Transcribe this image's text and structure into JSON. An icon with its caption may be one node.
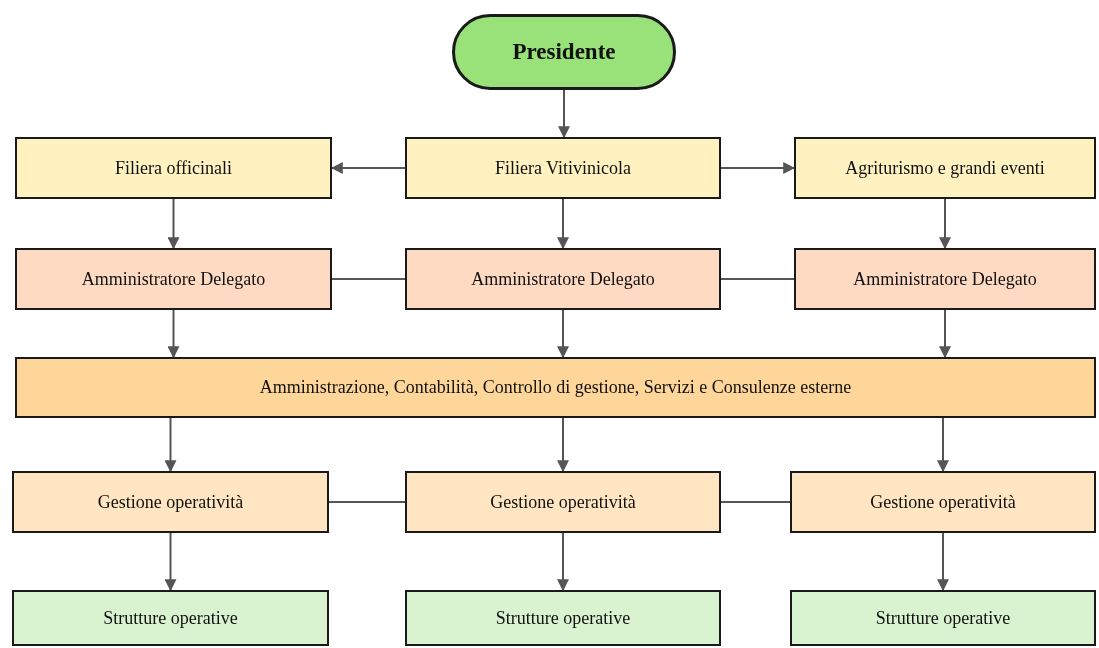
{
  "diagram": {
    "nodes": [
      {
        "text": [
          "Presidente"
        ]
      },
      {
        "text": [
          "Filiera officinali"
        ]
      },
      {
        "text": [
          "Filiera Vitivinicola"
        ]
      },
      {
        "text": [
          "Agriturismo e grandi eventi"
        ]
      },
      {
        "text": [
          "Amministratore Delegato"
        ]
      },
      {
        "text": [
          "Amministratore Delegato"
        ]
      },
      {
        "text": [
          "Amministratore Delegato"
        ]
      },
      {
        "text": [
          "Amministrazione, Contabilità, Controllo di gestione, Servizi e Consulenze esterne"
        ]
      },
      {
        "text": [
          "Gestione operatività"
        ]
      },
      {
        "text": [
          "Gestione operatività"
        ]
      },
      {
        "text": [
          "Gestione operatività"
        ]
      },
      {
        "text": [
          "Strutture operative"
        ]
      },
      {
        "text": [
          "Strutture operative"
        ]
      },
      {
        "text": [
          "Strutture operative"
        ]
      }
    ],
    "edges": [
      {
        "from": 0,
        "to": 2,
        "arrow": "to"
      },
      {
        "from": 2,
        "to": 1,
        "arrow": "to"
      },
      {
        "from": 2,
        "to": 3,
        "arrow": "to"
      },
      {
        "from": 1,
        "to": 4,
        "arrow": "to"
      },
      {
        "from": 2,
        "to": 5,
        "arrow": "to"
      },
      {
        "from": 3,
        "to": 6,
        "arrow": "to"
      },
      {
        "from": 4,
        "to": 5,
        "arrow": "none"
      },
      {
        "from": 5,
        "to": 6,
        "arrow": "none"
      },
      {
        "from": 4,
        "to": 7,
        "arrow": "to"
      },
      {
        "from": 5,
        "to": 7,
        "arrow": "to"
      },
      {
        "from": 6,
        "to": 7,
        "arrow": "to"
      },
      {
        "from": 7,
        "to": 8,
        "arrow": "to"
      },
      {
        "from": 7,
        "to": 9,
        "arrow": "to"
      },
      {
        "from": 7,
        "to": 10,
        "arrow": "to"
      },
      {
        "from": 8,
        "to": 9,
        "arrow": "none"
      },
      {
        "from": 9,
        "to": 10,
        "arrow": "none"
      },
      {
        "from": 8,
        "to": 11,
        "arrow": "to"
      },
      {
        "from": 9,
        "to": 12,
        "arrow": "to"
      },
      {
        "from": 10,
        "to": 13,
        "arrow": "to"
      }
    ]
  }
}
